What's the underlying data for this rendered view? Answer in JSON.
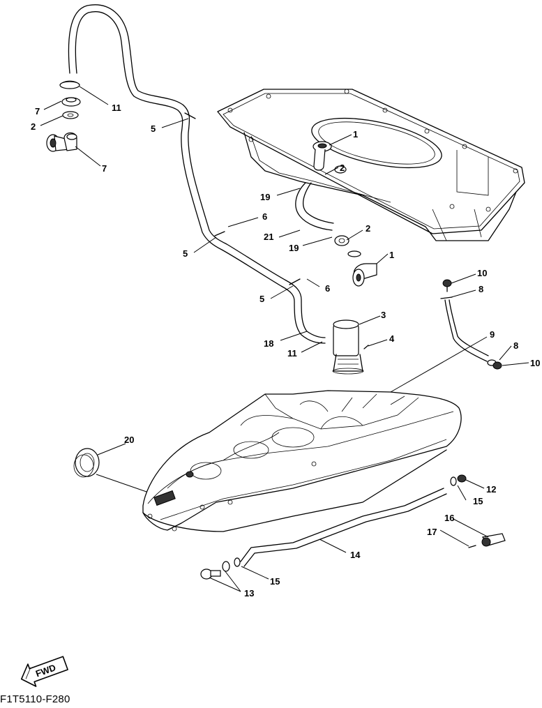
{
  "callouts": [
    {
      "id": "c1a",
      "text": "1"
    },
    {
      "id": "c1b",
      "text": "1"
    },
    {
      "id": "c2a",
      "text": "2"
    },
    {
      "id": "c2b",
      "text": "2"
    },
    {
      "id": "c2c",
      "text": "2"
    },
    {
      "id": "c3",
      "text": "3"
    },
    {
      "id": "c4",
      "text": "4"
    },
    {
      "id": "c5a",
      "text": "5"
    },
    {
      "id": "c5b",
      "text": "5"
    },
    {
      "id": "c5c",
      "text": "5"
    },
    {
      "id": "c6a",
      "text": "6"
    },
    {
      "id": "c6b",
      "text": "6"
    },
    {
      "id": "c7a",
      "text": "7"
    },
    {
      "id": "c7b",
      "text": "7"
    },
    {
      "id": "c8a",
      "text": "8"
    },
    {
      "id": "c8b",
      "text": "8"
    },
    {
      "id": "c9",
      "text": "9"
    },
    {
      "id": "c10a",
      "text": "10"
    },
    {
      "id": "c10b",
      "text": "10"
    },
    {
      "id": "c11a",
      "text": "11"
    },
    {
      "id": "c11b",
      "text": "11"
    },
    {
      "id": "c12",
      "text": "12"
    },
    {
      "id": "c13",
      "text": "13"
    },
    {
      "id": "c14",
      "text": "14"
    },
    {
      "id": "c15a",
      "text": "15"
    },
    {
      "id": "c15b",
      "text": "15"
    },
    {
      "id": "c16",
      "text": "16"
    },
    {
      "id": "c17",
      "text": "17"
    },
    {
      "id": "c18",
      "text": "18"
    },
    {
      "id": "c19a",
      "text": "19"
    },
    {
      "id": "c19b",
      "text": "19"
    },
    {
      "id": "c20",
      "text": "20"
    },
    {
      "id": "c21",
      "text": "21"
    }
  ],
  "fwd_label": "FWD",
  "drawing_code": "F1T5110-F280",
  "line_color": "#000000",
  "background": "#ffffff"
}
